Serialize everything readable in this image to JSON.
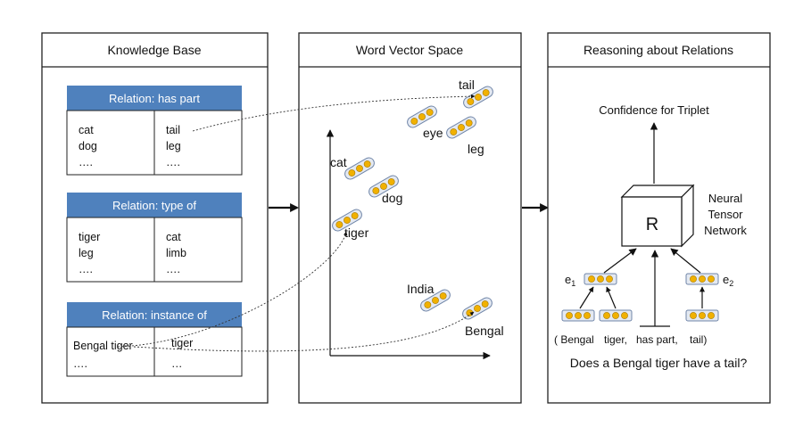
{
  "panels": {
    "knowledge_base": {
      "title": "Knowledge Base",
      "relations": [
        {
          "title": "Relation: has part",
          "left": [
            "cat",
            "dog",
            "…."
          ],
          "right": [
            "tail",
            "leg",
            "…."
          ]
        },
        {
          "title": "Relation: type of",
          "left": [
            "tiger",
            "leg",
            "…."
          ],
          "right": [
            "cat",
            "limb",
            "…."
          ]
        },
        {
          "title": "Relation: instance of",
          "left": [
            "Bengal tiger",
            "…."
          ],
          "right": [
            "tiger",
            "…"
          ]
        }
      ]
    },
    "vector_space": {
      "title": "Word Vector Space",
      "words": {
        "tail": "tail",
        "eye": "eye",
        "leg": "leg",
        "cat": "cat",
        "dog": "dog",
        "tiger": "tiger",
        "india": "India",
        "bengal": "Bengal"
      }
    },
    "reasoning": {
      "title": "Reasoning about Relations",
      "confidence_label": "Confidence for Triplet",
      "cube_label": "R",
      "network_label": [
        "Neural",
        "Tensor",
        "Network"
      ],
      "e1_base": "e",
      "e1_sub": "1",
      "e2_base": "e",
      "e2_sub": "2",
      "triplet": {
        "open": "( Bengal",
        "word2": "tiger,",
        "relation": "has part,",
        "object": "tail)"
      },
      "question": "Does a Bengal tiger have a tail?"
    }
  },
  "colors": {
    "relation_header": "#4f81bd",
    "vector_dot": "#f1b100",
    "capsule_fill": "#e4e9f1",
    "capsule_stroke": "#6f85a8"
  }
}
